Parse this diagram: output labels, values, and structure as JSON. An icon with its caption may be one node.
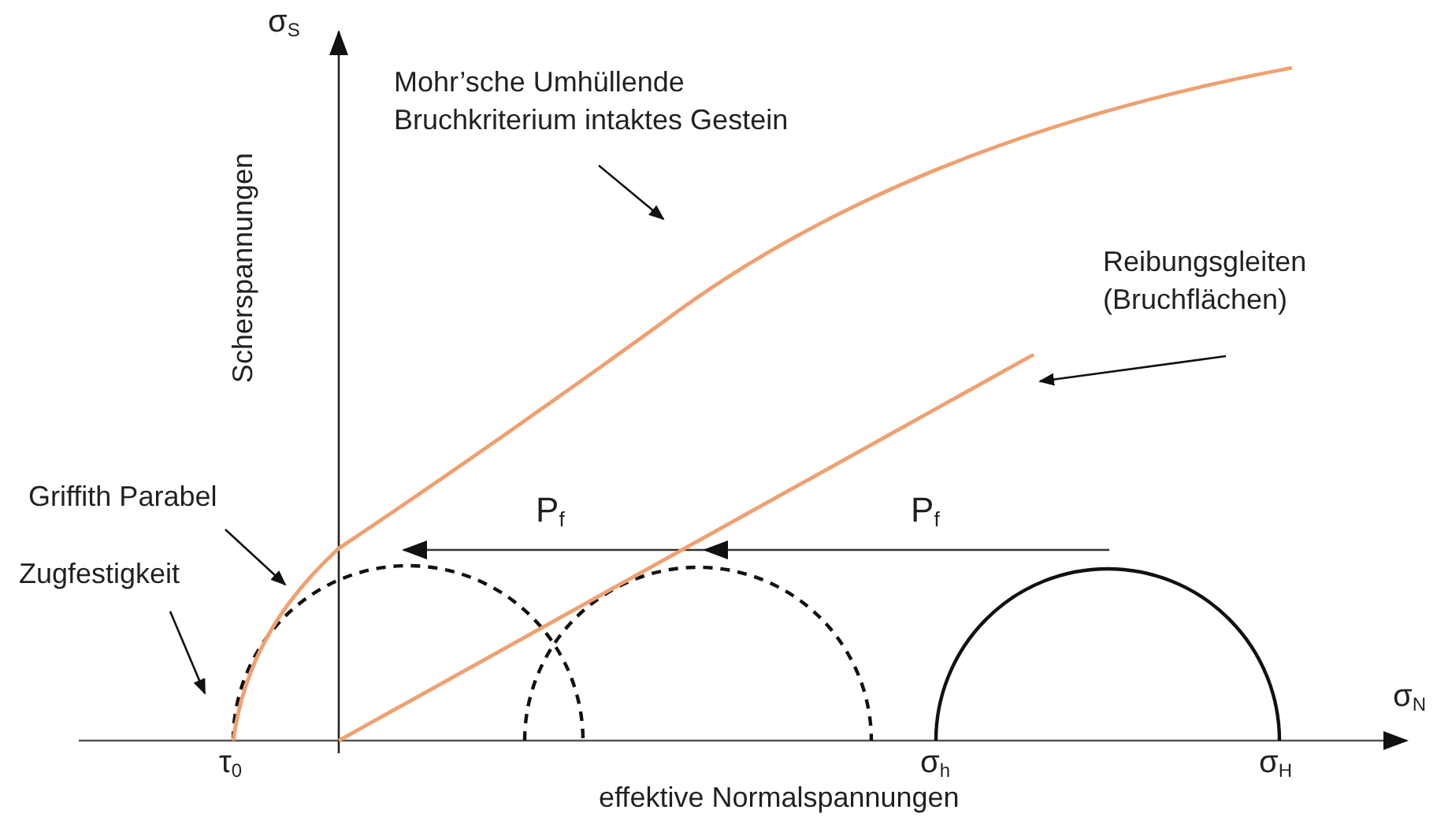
{
  "diagram": {
    "nodes": [
      {
        "text": [
          "Mohr’sche Umhüllende Bruchkriterium intaktes Gestein"
        ]
      },
      {
        "text": [
          "Reibungsgleiten (Bruchflächen)"
        ]
      },
      {
        "text": [
          "Griffith Parabel"
        ]
      },
      {
        "text": [
          "Zugfestigkeit"
        ]
      }
    ],
    "edges": [
      {
        "from": 0,
        "to": null,
        "arrow": "to"
      },
      {
        "from": 1,
        "to": null,
        "arrow": "to"
      },
      {
        "from": 2,
        "to": null,
        "arrow": "to"
      },
      {
        "from": 3,
        "to": null,
        "arrow": "to"
      }
    ],
    "labels": [
      "σ$_{S}$",
      "Scherspannungen",
      "P$_{f}$",
      "P$_{f}$",
      "σ$_{N}$",
      "τ$_{0}$",
      "σ$_{h}$",
      "σ$_{H}$",
      "effektive Normalspannungen"
    ]
  }
}
